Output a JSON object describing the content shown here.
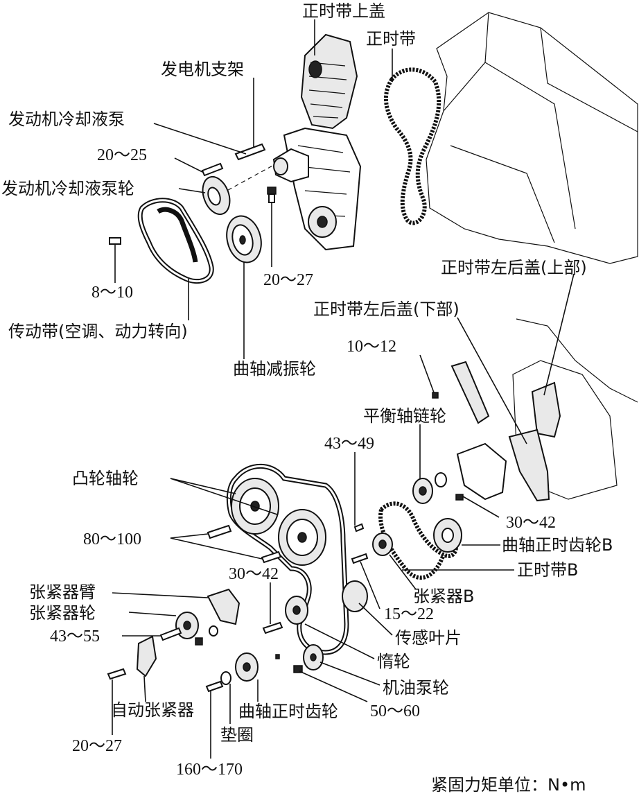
{
  "labels": {
    "upper_cover": "正时带上盖",
    "timing_belt_top": "正时带",
    "alternator_bracket": "发电机支架",
    "coolant_pump": "发动机冷却液泵",
    "torque_20_25": "20～25",
    "coolant_pump_pulley": "发动机冷却液泵轮",
    "torque_8_10": "8～10",
    "torque_20_27_top": "20～27",
    "drive_belt": "传动带(空调、动力转向)",
    "crank_damper": "曲轴减振轮",
    "left_rear_upper": "正时带左后盖(上部)",
    "left_rear_lower": "正时带左后盖(下部)",
    "torque_10_12": "10～12",
    "balance_sprocket": "平衡轴链轮",
    "torque_43_49": "43～49",
    "cam_sprocket": "凸轮轴轮",
    "torque_30_42_right": "30～42",
    "crank_gear_b": "曲轴正时齿轮B",
    "torque_80_100": "80～100",
    "torque_30_42_mid": "30～42",
    "timing_belt_b": "正时带B",
    "tensioner_arm": "张紧器臂",
    "tensioner_b": "张紧器B",
    "tensioner_pulley": "张紧器轮",
    "torque_15_22": "15～22",
    "torque_43_55": "43～55",
    "sensor_blade": "传感叶片",
    "idler": "惰轮",
    "oil_pump_gear": "机油泵轮",
    "auto_tensioner": "自动张紧器",
    "crank_timing_gear": "曲轴正时齿轮",
    "torque_50_60": "50～60",
    "torque_20_27_bottom": "20～27",
    "washer": "垫圈",
    "torque_160_170": "160～170",
    "unit_note": "紧固力矩单位：N•m"
  }
}
